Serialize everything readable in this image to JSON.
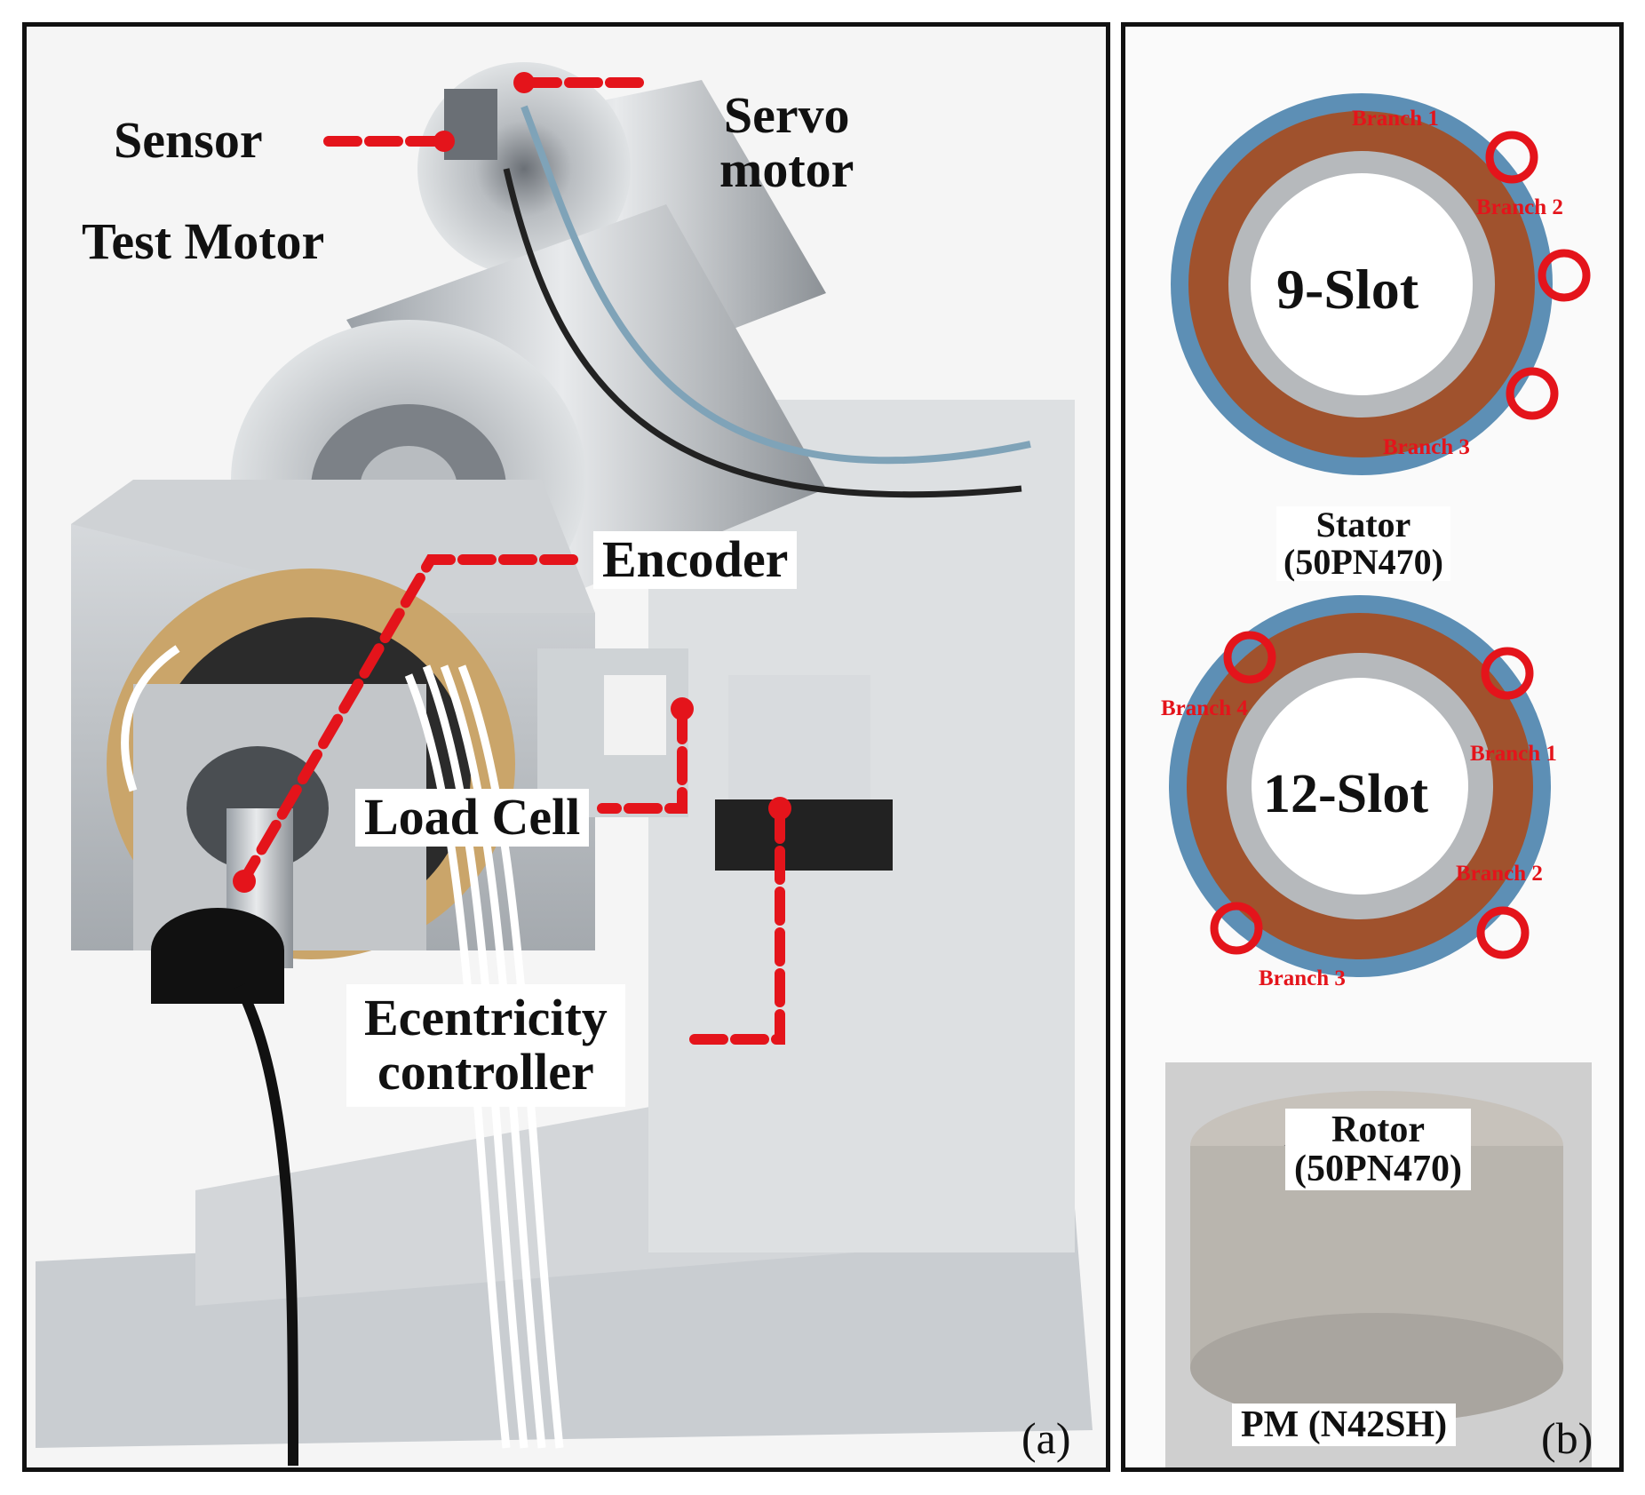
{
  "panel_a": {
    "labels": {
      "sensor": "Sensor",
      "servo_motor": "Servo\nmotor",
      "test_motor": "Test Motor",
      "encoder": "Encoder",
      "load_cell": "Load Cell",
      "eccentricity_controller": "Ecentricity\ncontroller"
    },
    "tag": "(a)"
  },
  "panel_b": {
    "stator_9": {
      "title": "9-Slot",
      "branches": [
        "Branch 1",
        "Branch 2",
        "Branch 3"
      ]
    },
    "stator_caption": "Stator\n(50PN470)",
    "stator_12": {
      "title": "12-Slot",
      "branches": [
        "Branch 4",
        "Branch 1",
        "Branch 2",
        "Branch 3"
      ]
    },
    "rotor_label": "Rotor\n(50PN470)",
    "pm_label": "PM (N42SH)",
    "tag": "(b)"
  },
  "colors": {
    "annotation_red": "#e4141b",
    "frame": "#111111"
  }
}
